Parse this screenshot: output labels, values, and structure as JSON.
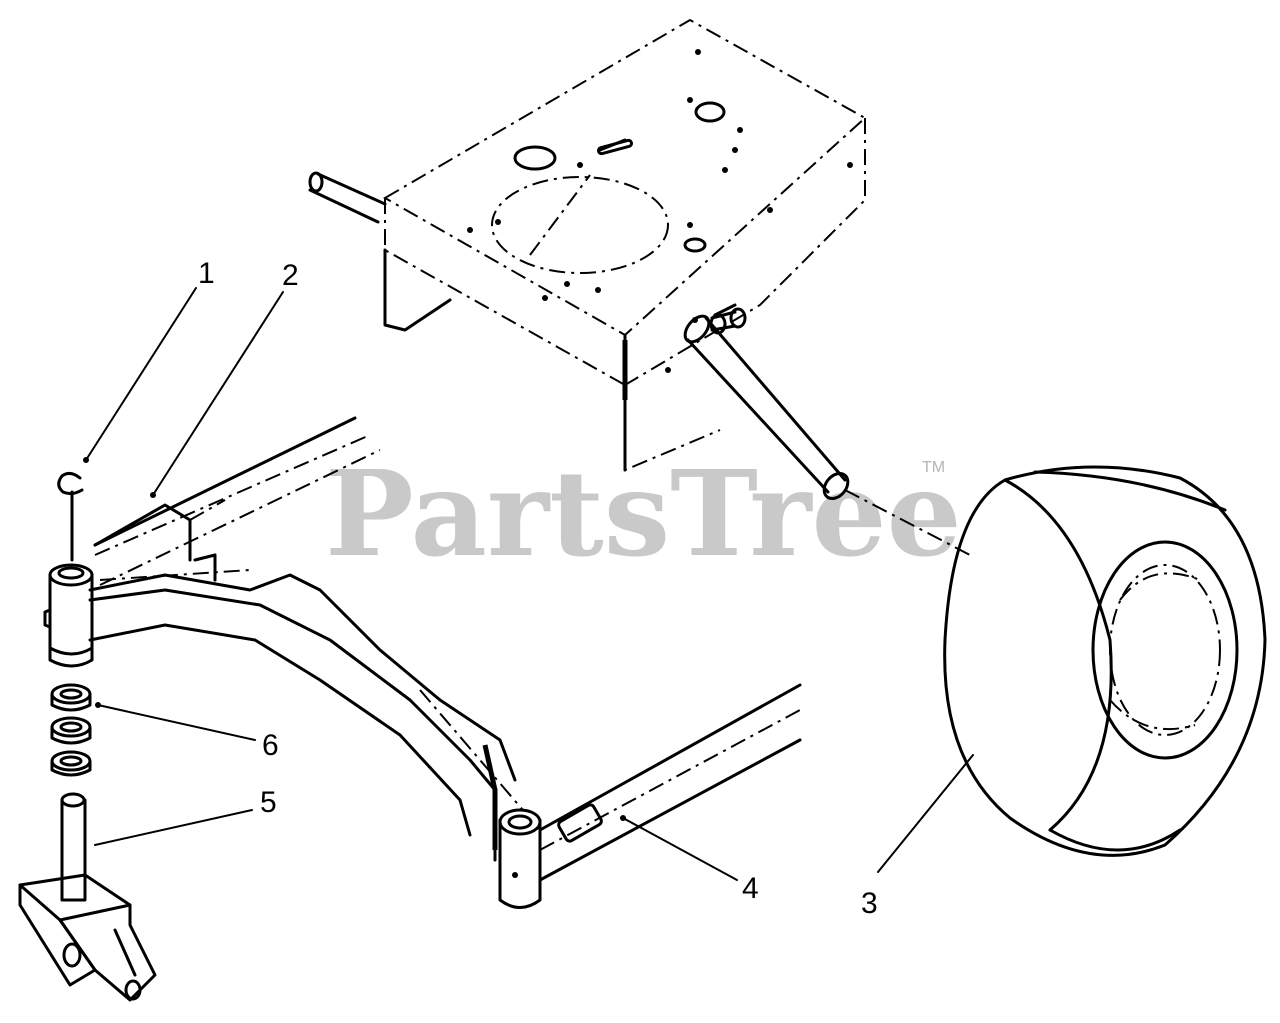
{
  "watermark": {
    "text": "PartsTree",
    "trademark": "TM",
    "color": "#c9c9c9"
  },
  "callouts": [
    {
      "id": "1",
      "label": "1"
    },
    {
      "id": "2",
      "label": "2"
    },
    {
      "id": "3",
      "label": "3"
    },
    {
      "id": "4",
      "label": "4"
    },
    {
      "id": "5",
      "label": "5"
    },
    {
      "id": "6",
      "label": "6"
    }
  ],
  "line_color": "#000000",
  "background": "#ffffff"
}
